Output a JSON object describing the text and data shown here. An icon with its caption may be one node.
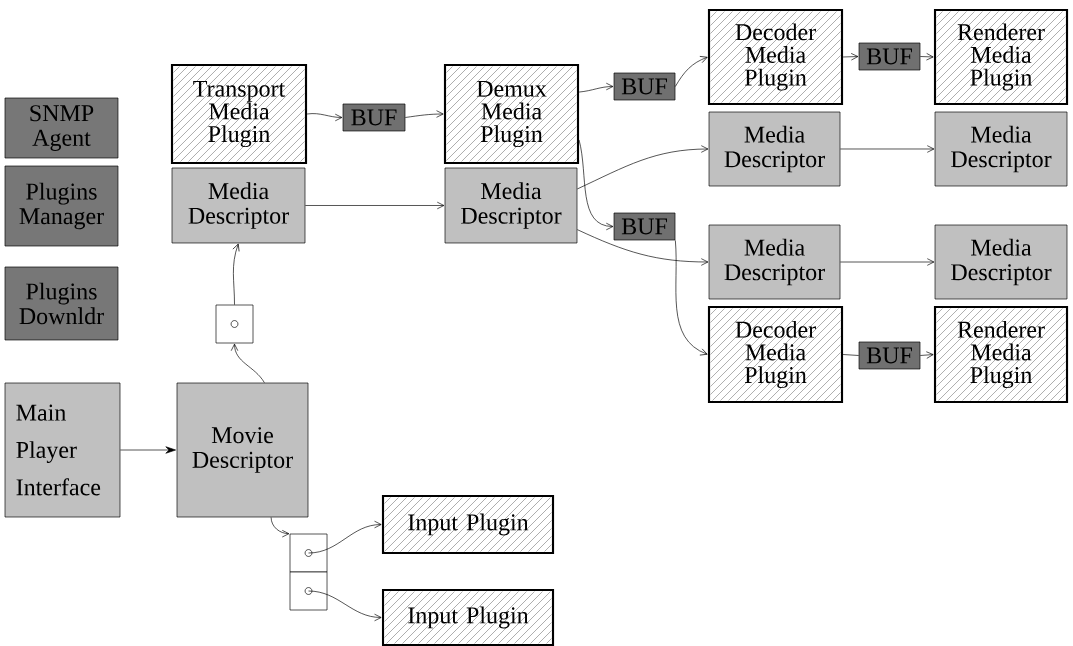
{
  "diagram": {
    "nodes": [
      {
        "text": [
          "SNMP Agent"
        ]
      },
      {
        "text": [
          "Plugins Manager"
        ]
      },
      {
        "text": [
          "Plugins Downldr"
        ]
      },
      {
        "text": [
          "Transport Media Plugin"
        ]
      },
      {
        "text": [
          "BUF"
        ]
      },
      {
        "text": [
          "Demux Media Plugin"
        ]
      },
      {
        "text": [
          "Media Descriptor"
        ]
      },
      {
        "text": [
          "Media Descriptor"
        ]
      },
      {
        "text": [
          "BUF"
        ]
      },
      {
        "text": [
          "Decoder Media Plugin"
        ]
      },
      {
        "text": [
          "BUF"
        ]
      },
      {
        "text": [
          "Renderer Media Plugin"
        ]
      },
      {
        "text": [
          "Media Descriptor"
        ]
      },
      {
        "text": [
          "Media Descriptor"
        ]
      },
      {
        "text": [
          "BUF"
        ]
      },
      {
        "text": [
          "Media Descriptor"
        ]
      },
      {
        "text": [
          "Media Descriptor"
        ]
      },
      {
        "text": [
          "Decoder Media Plugin"
        ]
      },
      {
        "text": [
          "BUF"
        ]
      },
      {
        "text": [
          "Renderer Media Plugin"
        ]
      },
      {
        "text": [
          "Main Player Interface"
        ]
      },
      {
        "text": [
          "Movie Descriptor"
        ]
      },
      {
        "text": [],
        "shape": "box"
      },
      {
        "text": [],
        "shape": "box"
      },
      {
        "text": [],
        "shape": "box"
      },
      {
        "text": [
          "Input Plugin"
        ]
      },
      {
        "text": [
          "Input Plugin"
        ]
      }
    ],
    "edges": [
      {
        "from": 3,
        "to": 4,
        "arrow": "to"
      },
      {
        "from": 4,
        "to": 5,
        "arrow": "to"
      },
      {
        "from": 5,
        "to": 8,
        "arrow": "to"
      },
      {
        "from": 8,
        "to": 9,
        "arrow": "to"
      },
      {
        "from": 9,
        "to": 10,
        "arrow": "to"
      },
      {
        "from": 10,
        "to": 11,
        "arrow": "to"
      },
      {
        "from": 6,
        "to": 7,
        "arrow": "to"
      },
      {
        "from": 7,
        "to": 12,
        "arrow": "to"
      },
      {
        "from": 12,
        "to": 13,
        "arrow": "to"
      },
      {
        "from": 5,
        "to": 14,
        "arrow": "to"
      },
      {
        "from": 7,
        "to": 15,
        "arrow": "to"
      },
      {
        "from": 15,
        "to": 16,
        "arrow": "to"
      },
      {
        "from": 14,
        "to": 17,
        "arrow": "to"
      },
      {
        "from": 17,
        "to": 18,
        "arrow": "none"
      },
      {
        "from": 18,
        "to": 19,
        "arrow": "to"
      },
      {
        "from": 20,
        "to": 21,
        "arrow": "to"
      },
      {
        "from": 21,
        "to": 22,
        "arrow": "to"
      },
      {
        "from": 22,
        "to": 6,
        "arrow": "to"
      },
      {
        "from": 21,
        "to": 23,
        "arrow": "to"
      },
      {
        "from": 23,
        "to": 25,
        "arrow": "to"
      },
      {
        "from": 24,
        "to": 26,
        "arrow": "to"
      }
    ]
  }
}
